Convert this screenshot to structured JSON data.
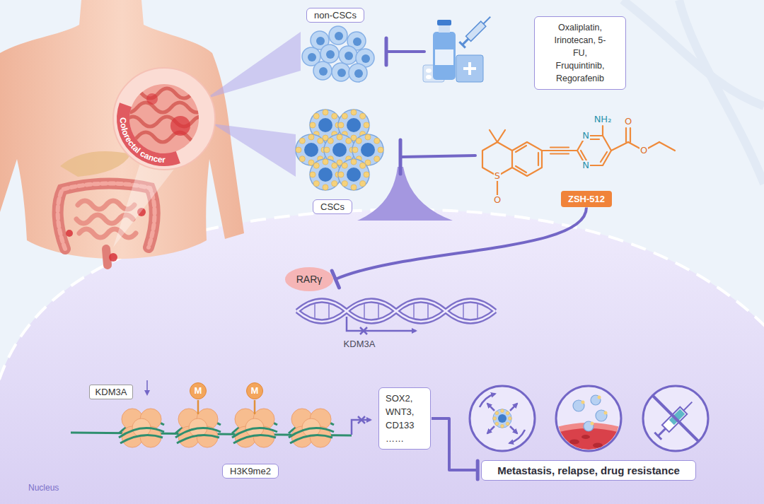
{
  "diagram": {
    "nodes": [
      {
        "text": [
          "non-CSCs"
        ]
      },
      {
        "text": [
          "Oxaliplatin, Irinotecan, 5-FU, Fruquintinib, Regorafenib"
        ]
      },
      {
        "text": [
          "CSCs"
        ]
      },
      {
        "text": [
          "ZSH-512"
        ]
      },
      {
        "text": [
          "RARγ"
        ]
      },
      {
        "text": [
          "KDM3A"
        ]
      },
      {
        "text": [
          "M"
        ]
      },
      {
        "text": [
          "M"
        ]
      },
      {
        "text": [
          "H3K9me2"
        ]
      },
      {
        "text": [
          "SOX2, WNT3, CD133 ……"
        ]
      },
      {
        "text": [
          "Metastasis, relapse, drug resistance"
        ]
      }
    ],
    "edges": [
      {
        "from": 3,
        "to": 4,
        "arrow": "to"
      },
      {
        "from": 9,
        "to": 10,
        "arrow": "to"
      }
    ],
    "labels": [
      "Colorectal cancer",
      "NH₂",
      "O",
      "O",
      "N",
      "N",
      "S",
      "O",
      "KDM3A",
      "Nucleus"
    ]
  }
}
